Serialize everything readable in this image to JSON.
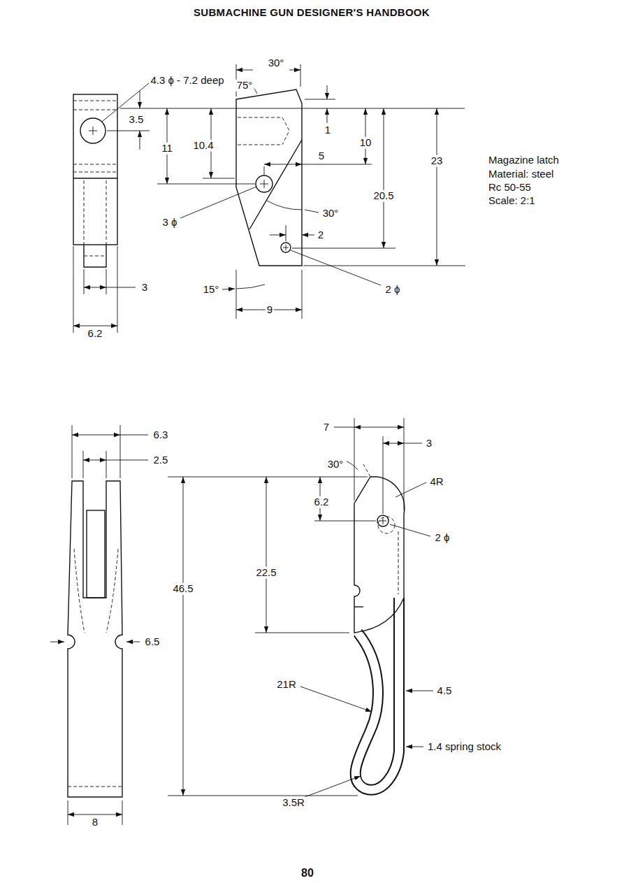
{
  "diagram": {
    "title": "SUBMACHINE GUN DESIGNER'S HANDBOOK",
    "labels": [
      "4.3 ϕ - 7.2 deep",
      "3.5",
      "11",
      "10.4",
      "3 ϕ",
      "3",
      "6.2",
      "30°",
      "75°",
      "1",
      "10",
      "5",
      "20.5",
      "23",
      "30°",
      "2",
      "2 ϕ",
      "15°",
      "9",
      "Magazine latch",
      "Material: steel",
      "Rc 50-55",
      "Scale: 2:1",
      "6.3",
      "2.5",
      "6.5",
      "8",
      "7",
      "3",
      "30°",
      "4R",
      "6.2",
      "2 ϕ",
      "22.5",
      "46.5",
      "21R",
      "4.5",
      "1.4 spring stock",
      "3.5R",
      "80"
    ]
  }
}
